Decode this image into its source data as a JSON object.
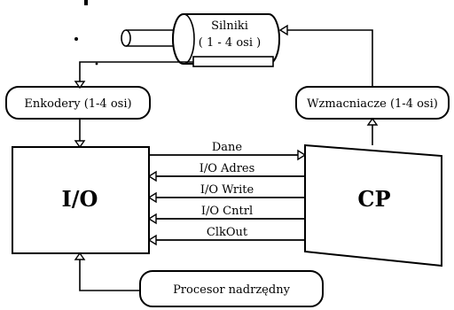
{
  "nodes": {
    "motors_line1": "Silniki",
    "motors_line2": "( 1 - 4 osi )",
    "encoders": "Enkodery (1-4 osi)",
    "amplifiers": "Wzmacniacze (1-4 osi)",
    "io_block": "I/O",
    "cp_block": "CP",
    "master_processor": "Procesor nadrzędny"
  },
  "buses": [
    {
      "label": "Dane",
      "direction": "to-cp"
    },
    {
      "label": "I/O Adres",
      "direction": "to-io"
    },
    {
      "label": "I/O Write",
      "direction": "to-io"
    },
    {
      "label": "I/O Cntrl",
      "direction": "to-io"
    },
    {
      "label": "ClkOut",
      "direction": "to-io"
    }
  ]
}
